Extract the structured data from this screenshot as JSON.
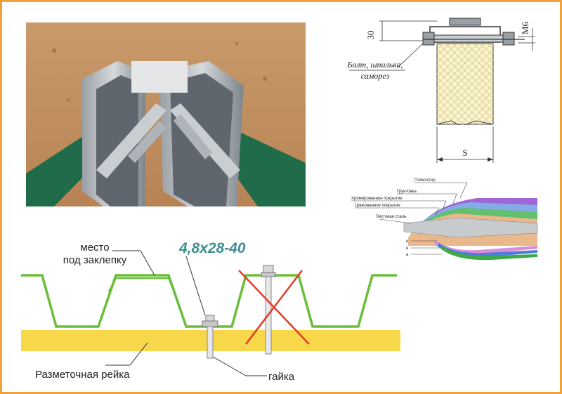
{
  "colors": {
    "frame_border": "#f0a13a",
    "profile_green": "#6abf3a",
    "sheet_green": "#1f6b4a",
    "rail_yellow": "#f7d84a",
    "cross_red": "#e23a2a",
    "dimension_text": "#3f8f8f"
  },
  "top_right_schematic": {
    "dim_30": "30",
    "dim_m6": "M6",
    "dim_s": "S",
    "fastener_label_line1": "Болт, шпилька,",
    "fastener_label_line2": "саморез"
  },
  "coating_layers": {
    "top_labels": [
      "Полиэстер",
      "Грунтовка",
      "Хромированное покрытие",
      "Цинкованное покрытие",
      "Листовая сталь"
    ],
    "bottom_labels": [
      "е",
      "е",
      "а"
    ]
  },
  "profile_diagram": {
    "rivet_label_line1": "место",
    "rivet_label_line2": "под заклепку",
    "dimension_label": "4,8х28-40",
    "rail_label": "Разметочная рейка",
    "nut_label": "гайка"
  }
}
